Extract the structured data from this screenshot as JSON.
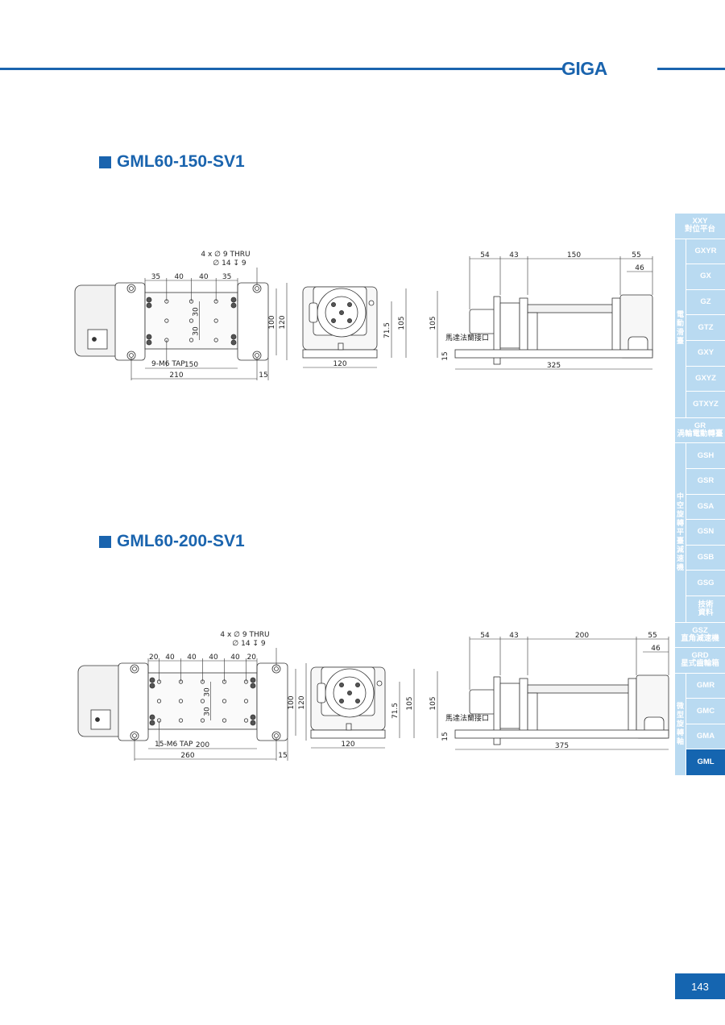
{
  "brand": "GIGA",
  "page_number": "143",
  "colors": {
    "accent": "#1a64ae",
    "sidebar_light": "#b9daf1",
    "sidebar_active": "#1565b0"
  },
  "products": [
    {
      "title": "GML60-150-SV1",
      "top": {
        "hole_note1": "4 x ∅ 9 THRU",
        "hole_note2": "∅ 14 ↧ 9",
        "pitch": [
          "35",
          "40",
          "40",
          "35"
        ],
        "tap": "9-M6 TAP",
        "inner_v": [
          "30",
          "30"
        ],
        "h1": "100",
        "h2": "120",
        "stroke": "150",
        "total": "210",
        "end": "15"
      },
      "front": {
        "h1": "71.5",
        "h2": "105",
        "width": "120"
      },
      "side": {
        "top_dims": [
          "54",
          "43",
          "150",
          "55"
        ],
        "sub": "46",
        "height": "105",
        "base": "15",
        "total": "325",
        "flange_label": "馬達法蘭接口"
      }
    },
    {
      "title": "GML60-200-SV1",
      "top": {
        "hole_note1": "4 x ∅ 9 THRU",
        "hole_note2": "∅ 14 ↧ 9",
        "pitch": [
          "20",
          "40",
          "40",
          "40",
          "40",
          "20"
        ],
        "tap": "15-M6 TAP",
        "inner_v": [
          "30",
          "30"
        ],
        "h1": "100",
        "h2": "120",
        "stroke": "200",
        "total": "260",
        "end": "15"
      },
      "front": {
        "h1": "71.5",
        "h2": "105",
        "width": "120"
      },
      "side": {
        "top_dims": [
          "54",
          "43",
          "200",
          "55"
        ],
        "sub": "46",
        "height": "105",
        "base": "15",
        "total": "375",
        "flange_label": "馬達法蘭接口"
      }
    }
  ],
  "sidebar": [
    {
      "type": "cell",
      "lines": [
        "XXY",
        "對位平台"
      ]
    },
    {
      "type": "group",
      "label": "電動滑臺",
      "items": [
        "GXYR",
        "GX",
        "GZ",
        "GTZ",
        "GXY",
        "GXYZ",
        "GTXYZ"
      ]
    },
    {
      "type": "cell",
      "lines": [
        "GR",
        "渦輪電動轉臺"
      ]
    },
    {
      "type": "group",
      "label": "中空旋轉平臺減速機",
      "items": [
        "GSH",
        "GSR",
        "GSA",
        "GSN",
        "GSB",
        "GSG",
        "技術\n資料"
      ]
    },
    {
      "type": "cell",
      "lines": [
        "GSZ",
        "直角減速機"
      ]
    },
    {
      "type": "cell",
      "lines": [
        "GRD",
        "星式齒輪箱"
      ]
    },
    {
      "type": "group",
      "label": "微型旋轉軸",
      "items": [
        "GMR",
        "GMC",
        "GMA",
        "GML"
      ],
      "active": "GML"
    }
  ]
}
